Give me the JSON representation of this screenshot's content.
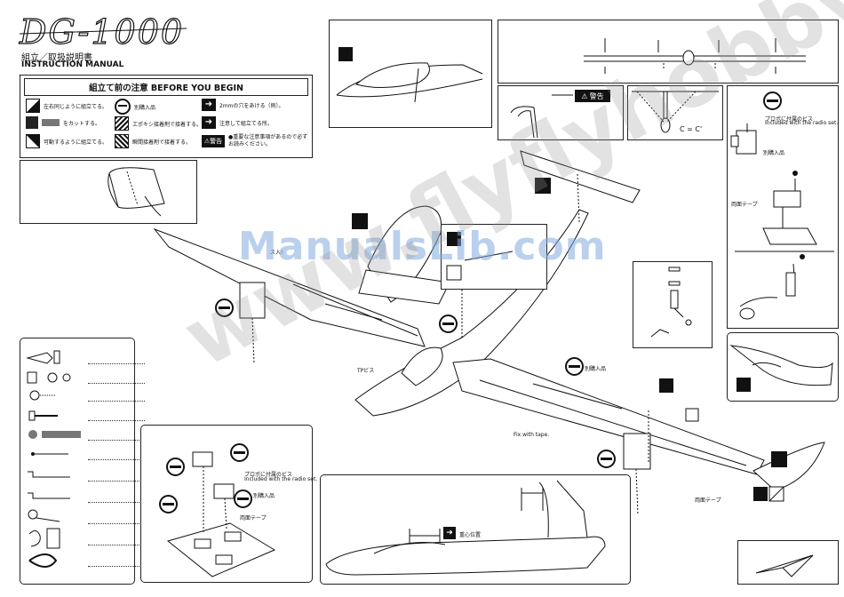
{
  "header": {
    "logo": "DG-1000",
    "jp_title": "組立／取扱説明書",
    "en_title": "INSTRUCTION MANUAL"
  },
  "legend": {
    "heading": "組立て前の注意  BEFORE YOU BEGIN",
    "items": [
      "左右同じように組立てる。",
      "をカットする。",
      "可動するように組立てる。",
      "別購入品",
      "エポキシ接着剤で接着する。",
      "瞬間接着剤で接着する。",
      "2mmの穴をあける（例）。",
      "注意して組立てる所。",
      "●重要な注意事項があるので必ずお読みください。"
    ],
    "warn_label": "警告"
  },
  "labels": {
    "warning": "警告",
    "c_eq": "C = C'",
    "radio_screw_jp": "プロポに付属のビス",
    "radio_screw_en": "Included with the radio set.",
    "separate_purchase": "別購入品",
    "double_tape": "両面テープ",
    "tp_screw": "TPビス",
    "fix_tape": "Fix with tape.",
    "cg": "重心位置",
    "radio_screw_jp2": "プロポに付属のビス",
    "radio_screw_en2": "Included with the radio set.",
    "separate_purchase2": "別購入品",
    "separate_purchase3": "別購入品",
    "double_tape2": "両面テープ",
    "double_tape3": "両面テープ",
    "insert_label": "ス入!"
  },
  "watermarks": {
    "manualslib": "ManualsLib.com",
    "site": "www.flyflyhobby.com"
  }
}
